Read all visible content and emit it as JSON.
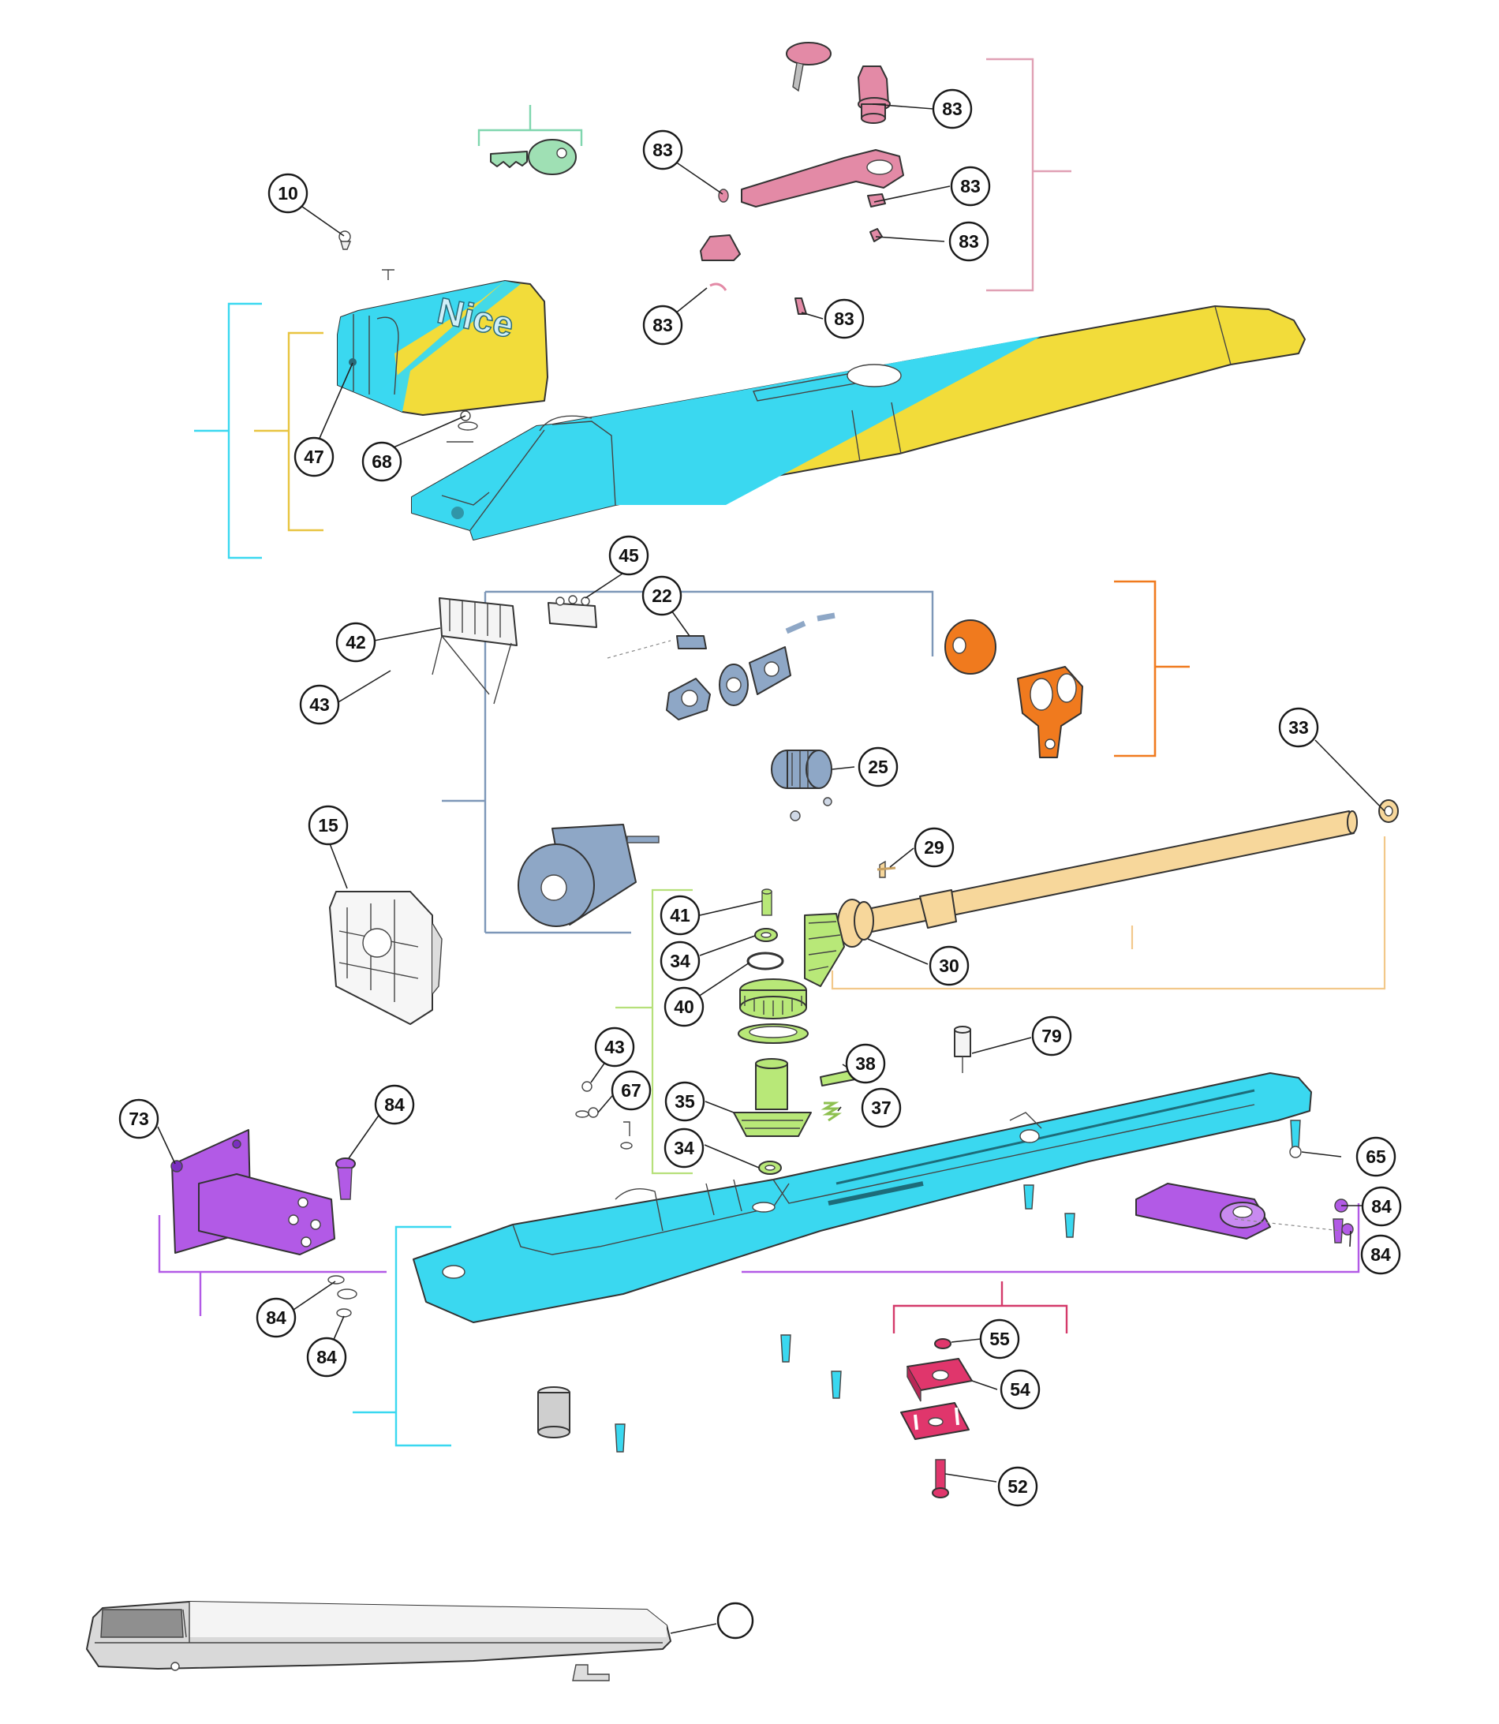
{
  "diagram": {
    "brand_text": "Nice",
    "colors": {
      "cyan": "#3ad8f0",
      "yellow": "#f2dc3a",
      "pink": "#e38aa6",
      "green_key": "#9fe0b4",
      "orange": "#f07a1e",
      "slate": "#8ea7c6",
      "tan": "#f7d79b",
      "lime": "#b8e878",
      "purple": "#b25ae6",
      "magenta": "#e0366c",
      "grey": "#8f8f8f"
    },
    "callouts": [
      {
        "id": "c-83a",
        "label": "83"
      },
      {
        "id": "c-83b",
        "label": "83"
      },
      {
        "id": "c-83c",
        "label": "83"
      },
      {
        "id": "c-83d",
        "label": "83"
      },
      {
        "id": "c-83e",
        "label": "83"
      },
      {
        "id": "c-83f",
        "label": "83"
      },
      {
        "id": "c-10",
        "label": "10"
      },
      {
        "id": "c-47",
        "label": "47"
      },
      {
        "id": "c-68",
        "label": "68"
      },
      {
        "id": "c-45",
        "label": "45"
      },
      {
        "id": "c-22",
        "label": "22"
      },
      {
        "id": "c-42",
        "label": "42"
      },
      {
        "id": "c-43a",
        "label": "43"
      },
      {
        "id": "c-25",
        "label": "25"
      },
      {
        "id": "c-33",
        "label": "33"
      },
      {
        "id": "c-15",
        "label": "15"
      },
      {
        "id": "c-29",
        "label": "29"
      },
      {
        "id": "c-41",
        "label": "41"
      },
      {
        "id": "c-34a",
        "label": "34"
      },
      {
        "id": "c-40",
        "label": "40"
      },
      {
        "id": "c-30",
        "label": "30"
      },
      {
        "id": "c-79",
        "label": "79"
      },
      {
        "id": "c-43b",
        "label": "43"
      },
      {
        "id": "c-67",
        "label": "67"
      },
      {
        "id": "c-38",
        "label": "38"
      },
      {
        "id": "c-35",
        "label": "35"
      },
      {
        "id": "c-37",
        "label": "37"
      },
      {
        "id": "c-34b",
        "label": "34"
      },
      {
        "id": "c-73",
        "label": "73"
      },
      {
        "id": "c-84a",
        "label": "84"
      },
      {
        "id": "c-65",
        "label": "65"
      },
      {
        "id": "c-84b",
        "label": "84"
      },
      {
        "id": "c-84c",
        "label": "84"
      },
      {
        "id": "c-84d",
        "label": "84"
      },
      {
        "id": "c-84e",
        "label": "84"
      },
      {
        "id": "c-55",
        "label": "55"
      },
      {
        "id": "c-54",
        "label": "54"
      },
      {
        "id": "c-52",
        "label": "52"
      },
      {
        "id": "c-empty",
        "label": ""
      }
    ]
  }
}
